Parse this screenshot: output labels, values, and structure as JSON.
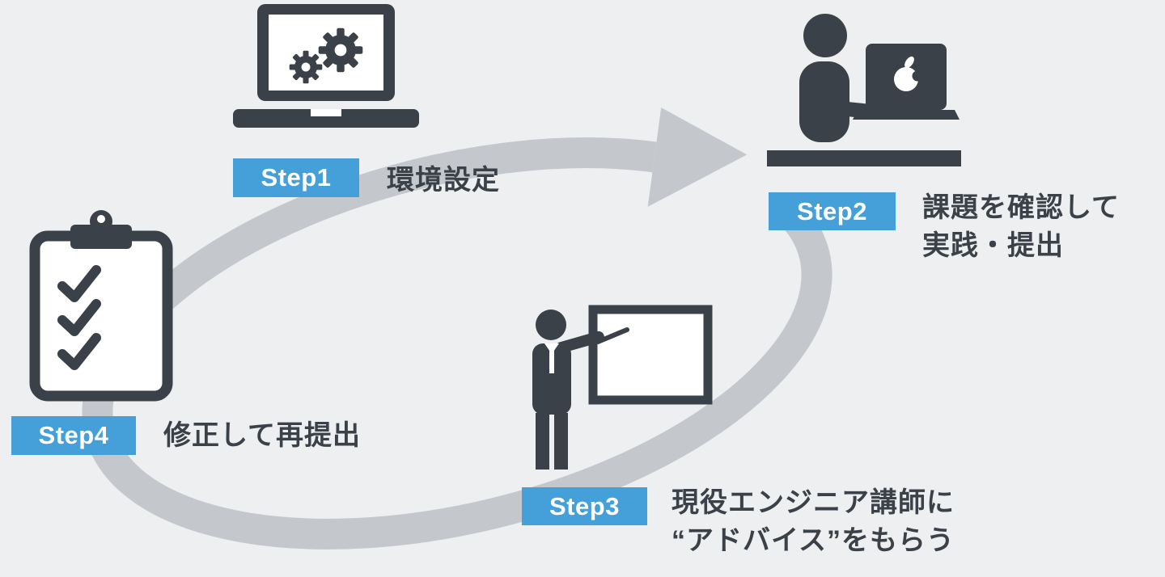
{
  "diagram": {
    "type": "process-cycle",
    "colors": {
      "background": "#edeff1",
      "accent_blue": "#459fd8",
      "ink": "#3b4148",
      "arrow_gray": "#c4c7cb"
    },
    "cycle_arrow": "clockwise-ellipse-arrow",
    "steps": [
      {
        "badge": "Step1",
        "lines": [
          "環境設定"
        ],
        "icon": "laptop-gears-icon"
      },
      {
        "badge": "Step2",
        "lines": [
          "課題を確認して",
          "実践・提出"
        ],
        "icon": "person-at-mac-laptop-icon"
      },
      {
        "badge": "Step3",
        "lines": [
          "現役エンジニア講師に",
          "“アドバイス”をもらう"
        ],
        "icon": "instructor-whiteboard-icon"
      },
      {
        "badge": "Step4",
        "lines": [
          "修正して再提出"
        ],
        "icon": "clipboard-checklist-icon"
      }
    ]
  }
}
